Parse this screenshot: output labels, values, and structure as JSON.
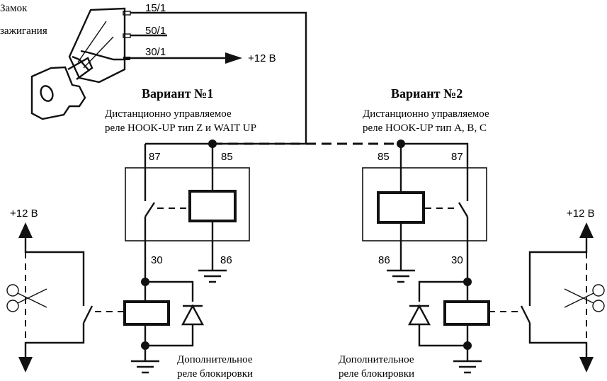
{
  "ignition": {
    "label_line1": "Замок",
    "label_line2": "зажигания",
    "terminal_15": "15/1",
    "terminal_50": "50/1",
    "terminal_30": "30/1",
    "supply": "+12 В"
  },
  "variant1": {
    "title": "Вариант №1",
    "desc_line1": "Дистанционно управляемое",
    "desc_line2": "реле HOOK-UP тип Z и WAIT UP",
    "pin_87": "87",
    "pin_85": "85",
    "pin_30": "30",
    "pin_86": "86",
    "extra_relay_line1": "Дополнительное",
    "extra_relay_line2": "реле блокировки",
    "supply": "+12 В"
  },
  "variant2": {
    "title": "Вариант №2",
    "desc_line1": "Дистанционно управляемое",
    "desc_line2": "реле HOOK-UP тип А, В, С",
    "pin_85": "85",
    "pin_87": "87",
    "pin_86": "86",
    "pin_30": "30",
    "extra_relay_line1": "Дополнительное",
    "extra_relay_line2": "реле блокировки",
    "supply": "+12 В"
  },
  "icons": {
    "key": "ignition-key-icon",
    "scissors": "scissors-icon",
    "ground": "ground-icon",
    "diode": "diode-icon"
  }
}
